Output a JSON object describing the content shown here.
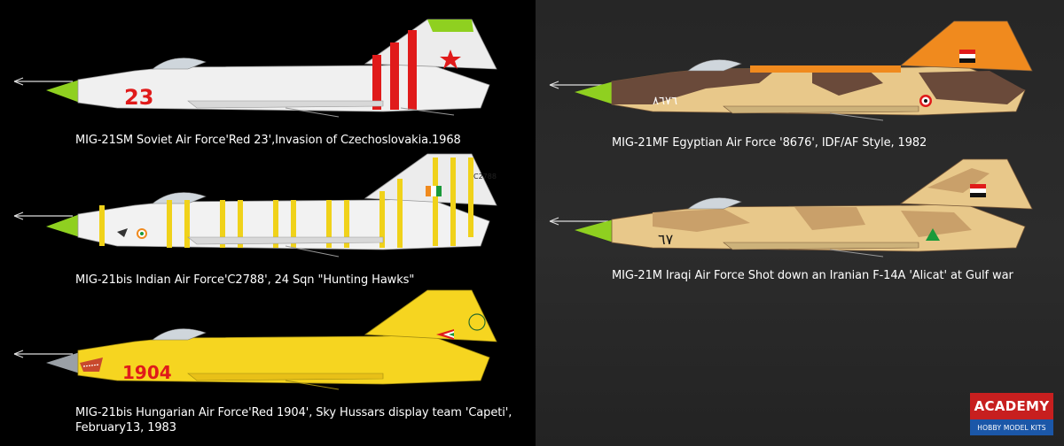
{
  "aircraft": [
    {
      "caption": "MIG-21SM Soviet Air Force'Red 23',Invasion of Czechoslovakia.1968",
      "nose_number": "23",
      "scheme": "silver",
      "nose_color": "#8fd020",
      "marking_color": "#e01a1a"
    },
    {
      "caption": "MIG-21bis Indian Air Force'C2788', 24 Sqn \"Hunting Hawks\"",
      "nose_number": "",
      "tail_code": "C2788",
      "scheme": "silver with yellow bands",
      "nose_color": "#8fd020",
      "marking_color": "#f0d21a"
    },
    {
      "caption_lines": [
        "MIG-21bis Hungarian Air Force'Red 1904', Sky Hussars display team 'Capeti',",
        "February13, 1983"
      ],
      "nose_number": "1904",
      "scheme": "yellow",
      "marking_color": "#e01a1a"
    },
    {
      "caption": "MIG-21MF Egyptian Air Force '8676', IDF/AF Style, 1982",
      "nose_number": "٨٦٧٦",
      "scheme": "brown camo with orange tail",
      "marking_color": "#f08a1e"
    },
    {
      "caption": "MIG-21M Iraqi Air Force Shot down an Iranian F-14A 'Alicat' at Gulf war",
      "nose_number": "٦٧",
      "scheme": "desert camo"
    }
  ],
  "brand": {
    "name": "ACADEMY",
    "tagline": "HOBBY MODEL KITS",
    "red": "#c71f1f",
    "blue": "#1b57a8"
  }
}
